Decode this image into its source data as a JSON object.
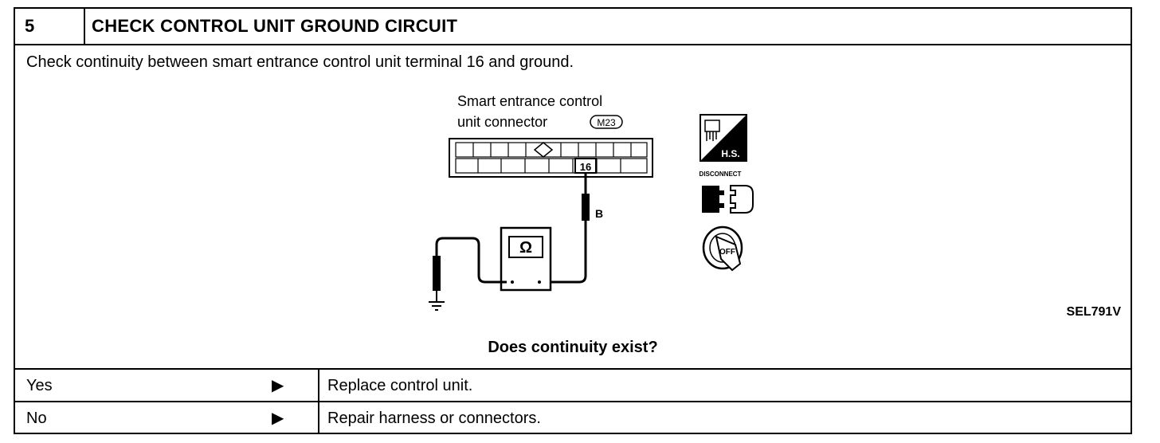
{
  "header": {
    "step_number": "5",
    "title": "CHECK CONTROL UNIT GROUND CIRCUIT"
  },
  "instruction": "Check continuity between smart entrance control unit terminal 16 and ground.",
  "figure": {
    "connector_label_line1": "Smart entrance control",
    "connector_label_line2": "unit connector",
    "connector_code": "M23",
    "terminal": "16",
    "wire_color": "B",
    "meter_symbol": "Ω",
    "hs_label": "H.S.",
    "disconnect_label": "DISCONNECT",
    "off_label": "OFF",
    "figure_id": "SEL791V",
    "icons": [
      "harness-side-icon",
      "disconnect-icon",
      "ignition-off-icon"
    ]
  },
  "question": "Does continuity exist?",
  "results": [
    {
      "answer": "Yes",
      "arrow": "▶",
      "action": "Replace control unit."
    },
    {
      "answer": "No",
      "arrow": "▶",
      "action": "Repair harness or connectors."
    }
  ]
}
